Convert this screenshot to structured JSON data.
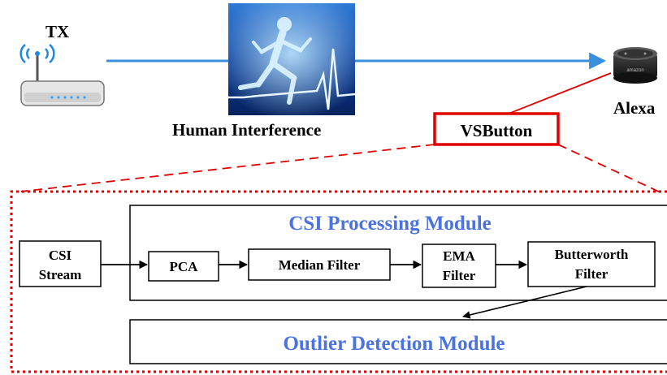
{
  "top": {
    "tx_label": "TX",
    "human_label": "Human Interference",
    "vsbutton_label": "VSButton",
    "alexa_label": "Alexa",
    "alexa_logo_text": "amazon",
    "colors": {
      "signal": "#3a8fdc",
      "highlight": "#e00000",
      "module_title": "#4a72e0"
    }
  },
  "pipeline": {
    "csi_stream": [
      "CSI",
      "Stream"
    ],
    "processing_module_title": "CSI Processing Module",
    "pca": "PCA",
    "median_filter": "Median Filter",
    "ema_filter": [
      "EMA",
      "Filter"
    ],
    "butterworth_filter": [
      "Butterworth",
      "Filter"
    ],
    "outlier_module_title": "Outlier Detection Module"
  },
  "icons": {
    "router": "wifi-router-icon",
    "runner": "running-human-image",
    "speaker": "echo-dot-speaker-icon"
  }
}
